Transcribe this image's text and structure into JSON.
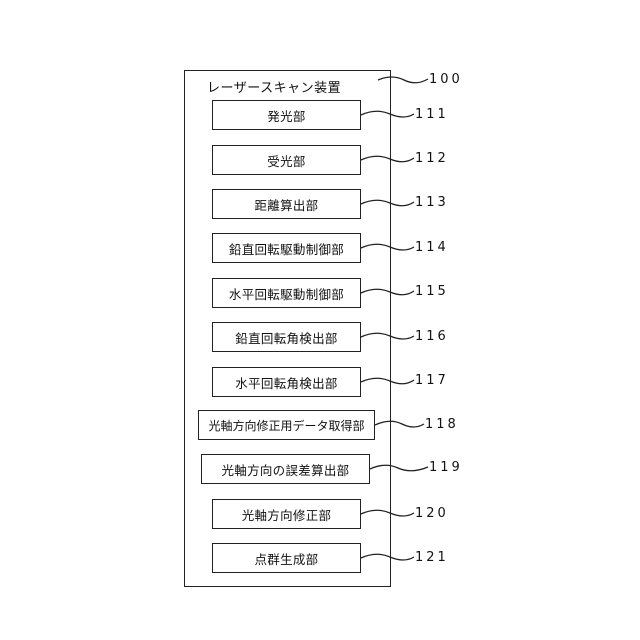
{
  "device": {
    "title": "レーザースキャン装置",
    "ref": "100"
  },
  "blocks": [
    {
      "label": "発光部",
      "ref": "111"
    },
    {
      "label": "受光部",
      "ref": "112"
    },
    {
      "label": "距離算出部",
      "ref": "113"
    },
    {
      "label": "鉛直回転駆動制御部",
      "ref": "114"
    },
    {
      "label": "水平回転駆動制御部",
      "ref": "115"
    },
    {
      "label": "鉛直回転角検出部",
      "ref": "116"
    },
    {
      "label": "水平回転角検出部",
      "ref": "117"
    },
    {
      "label": "光軸方向修正用データ取得部",
      "ref": "118"
    },
    {
      "label": "光軸方向の誤差算出部",
      "ref": "119"
    },
    {
      "label": "光軸方向修正部",
      "ref": "120"
    },
    {
      "label": "点群生成部",
      "ref": "121"
    }
  ]
}
